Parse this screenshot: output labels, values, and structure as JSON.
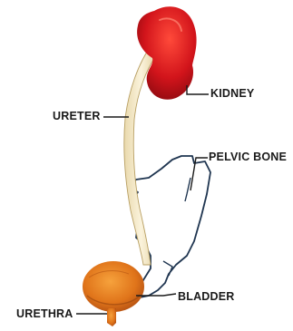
{
  "labels": {
    "kidney": "KIDNEY",
    "ureter": "URETER",
    "pelvic_bone": "PELVIC BONE",
    "bladder": "BLADDER",
    "urethra": "URETHRA"
  },
  "colors": {
    "kidney": "#d2141b",
    "ureter": "#f3e7c6",
    "bladder": "#e0741a",
    "pelvic_outline": "#1f3550",
    "leader_line": "#1a1a1a",
    "background": "#ffffff"
  }
}
